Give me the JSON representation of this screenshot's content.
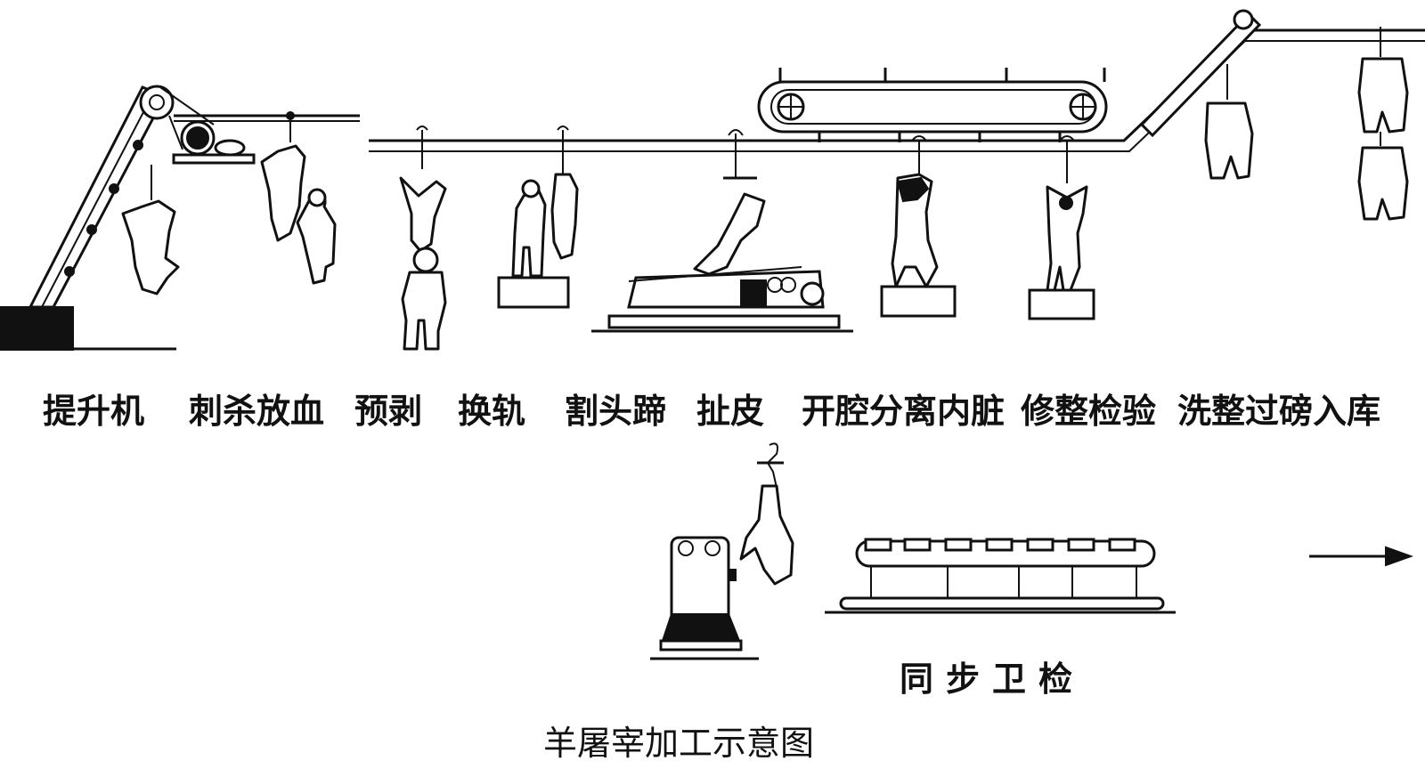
{
  "diagram": {
    "title": "羊屠宰加工示意图",
    "stages": [
      {
        "label": "提升机"
      },
      {
        "label": "刺杀放血"
      },
      {
        "label": "预剥"
      },
      {
        "label": "换轨"
      },
      {
        "label": "割头蹄"
      },
      {
        "label": "扯皮"
      },
      {
        "label": "开腔分离内脏"
      },
      {
        "label": "修整检验"
      },
      {
        "label": "洗整过磅入库"
      }
    ],
    "sync_inspection": {
      "label": "同步卫检"
    }
  }
}
